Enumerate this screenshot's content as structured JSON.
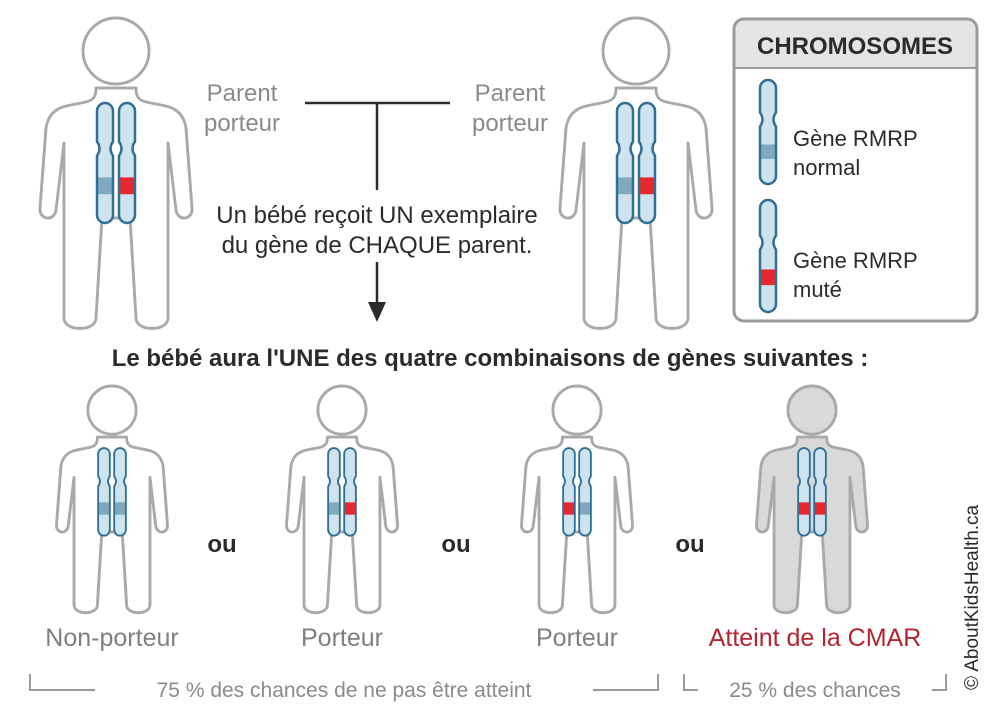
{
  "parents": {
    "left_label": [
      "Parent",
      "porteur"
    ],
    "right_label": [
      "Parent",
      "porteur"
    ]
  },
  "inheritance_text": [
    "Un bébé reçoit UN exemplaire",
    "du gène de CHAQUE parent."
  ],
  "combinations_heading": "Le bébé aura l'UNE des quatre combinaisons de gènes suivantes :",
  "legend": {
    "title": "CHROMOSOMES",
    "normal_label": [
      "Gène RMRP",
      "normal"
    ],
    "mutated_label": [
      "Gène RMRP",
      "muté"
    ]
  },
  "children": [
    {
      "label": "Non-porteur",
      "genes": [
        "normal",
        "normal"
      ],
      "affected": false
    },
    {
      "label": "Porteur",
      "genes": [
        "normal",
        "mutated"
      ],
      "affected": false
    },
    {
      "label": "Porteur",
      "genes": [
        "mutated",
        "normal"
      ],
      "affected": false
    },
    {
      "label": "Atteint de la CMAR",
      "genes": [
        "mutated",
        "mutated"
      ],
      "affected": true
    }
  ],
  "connector_word": "ou",
  "odds": {
    "not_affected": "75 % des chances de ne pas être atteint",
    "affected": "25 % des chances"
  },
  "copyright": "© AboutKidsHealth.ca",
  "colors": {
    "outline": "#a9a9a9",
    "chromosome_fill": "#cfe3ef",
    "chromosome_stroke": "#2f6f96",
    "normal_gene": "#7fa9bf",
    "mutated_gene": "#e8282f",
    "affected_label": "#b3242f",
    "affected_body": "#d9d9d9"
  }
}
